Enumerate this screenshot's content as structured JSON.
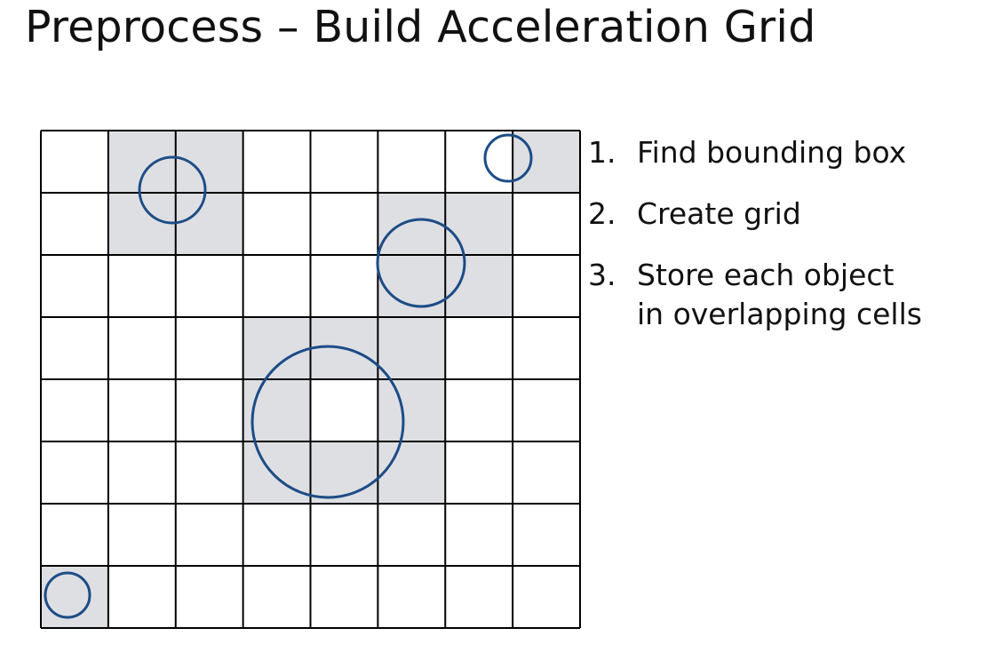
{
  "title": "Preprocess – Build Acceleration Grid",
  "grid": {
    "rows": 8,
    "cols": 8,
    "line_color": "#000000",
    "fill_color": "#dedfe3",
    "circle_color": "#1c4c85",
    "shaded_cells": [
      [
        0,
        1
      ],
      [
        0,
        2
      ],
      [
        1,
        1
      ],
      [
        1,
        2
      ],
      [
        0,
        7
      ],
      [
        1,
        5
      ],
      [
        1,
        6
      ],
      [
        2,
        5
      ],
      [
        2,
        6
      ],
      [
        3,
        3
      ],
      [
        3,
        4
      ],
      [
        3,
        5
      ],
      [
        4,
        3
      ],
      [
        4,
        5
      ],
      [
        5,
        3
      ],
      [
        5,
        4
      ],
      [
        5,
        5
      ],
      [
        7,
        0
      ]
    ]
  },
  "steps": [
    {
      "number": "1.",
      "text": "Find bounding box"
    },
    {
      "number": "2.",
      "text": "Create grid"
    },
    {
      "number": "3.",
      "text": "Store each object\nin overlapping cells"
    }
  ]
}
